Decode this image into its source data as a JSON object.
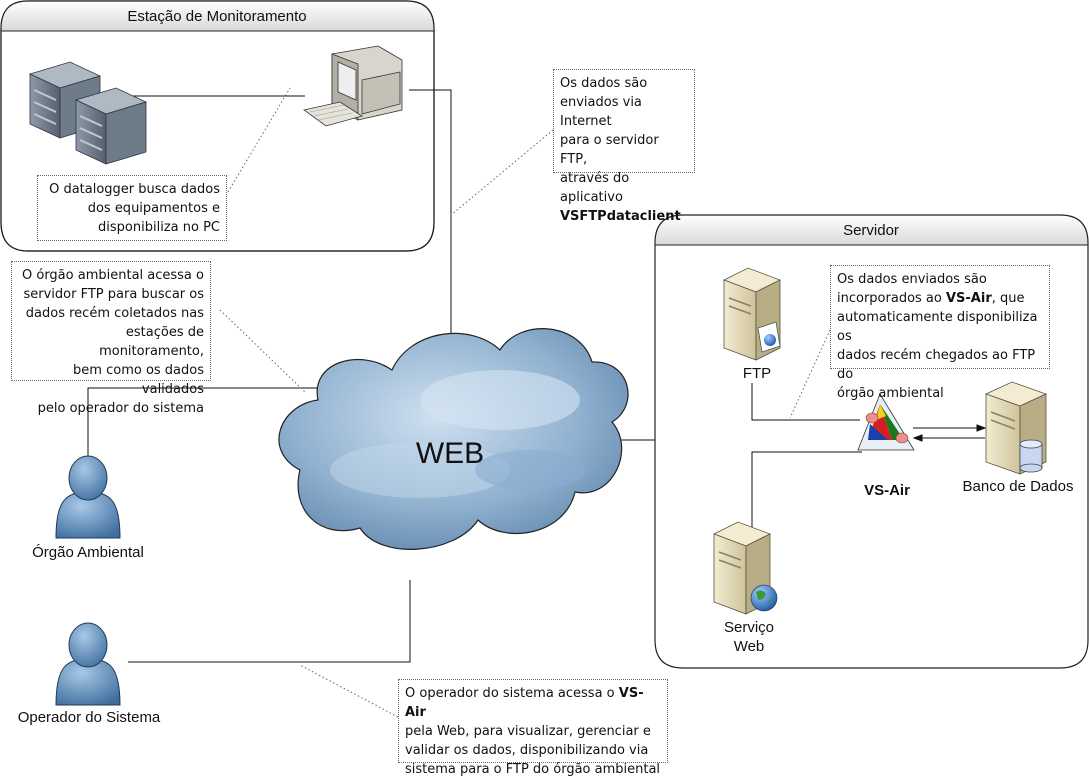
{
  "station": {
    "title": "Estação de Monitoramento",
    "note": [
      "O datalogger busca dados",
      "dos equipamentos e",
      "disponibiliza no PC"
    ]
  },
  "server": {
    "title": "Servidor",
    "ftp_label": "FTP",
    "vsair_label": "VS-Air",
    "db_label": "Banco de Dados",
    "web_service_label": [
      "Serviço",
      "Web"
    ],
    "note": [
      "Os dados enviados são",
      "incorporados ao ",
      "VS-Air",
      ", que",
      "automaticamente disponibiliza os",
      "dados recém chegados ao FTP do",
      "órgão ambiental"
    ]
  },
  "internet_note": [
    "Os dados são",
    "enviados via Internet",
    "para o servidor FTP,",
    "através do aplicativo",
    "VSFTPdataclient"
  ],
  "agency_note": [
    "O órgão ambiental acessa o",
    "servidor FTP para buscar os",
    "dados recém coletados nas",
    "estações de monitoramento,",
    "bem como os dados validados",
    "pelo operador do sistema"
  ],
  "operator_note": [
    "O operador do sistema acessa o ",
    "VS-Air",
    "pela Web, para visualizar, gerenciar e",
    "validar os dados, disponibilizando via",
    "sistema para o FTP do órgão ambiental"
  ],
  "cloud_label": "WEB",
  "actors": {
    "agency": "Órgão Ambiental",
    "operator": "Operador do Sistema"
  }
}
